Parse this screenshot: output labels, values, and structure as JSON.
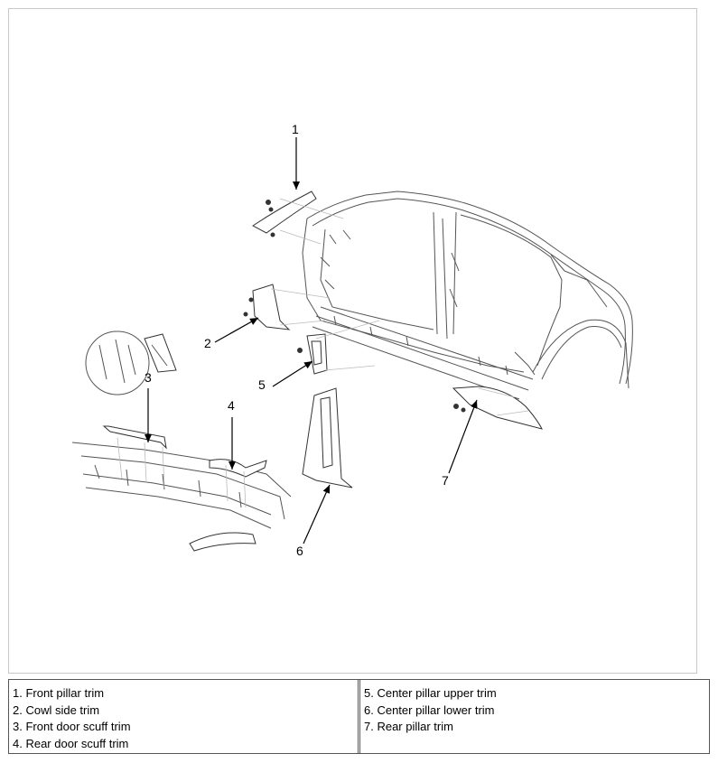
{
  "callouts": [
    "1",
    "2",
    "3",
    "4",
    "5",
    "6",
    "7"
  ],
  "legend": {
    "left": [
      "1. Front pillar trim",
      "2. Cowl side trim",
      "3. Front door scuff trim",
      "4. Rear door scuff trim"
    ],
    "right": [
      "5. Center pillar upper trim",
      "6. Center pillar lower trim",
      "7. Rear pillar trim"
    ]
  }
}
